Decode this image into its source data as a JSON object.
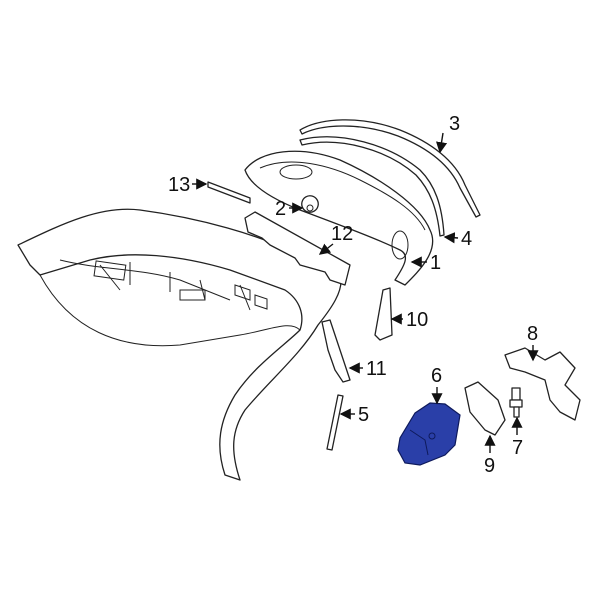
{
  "diagram": {
    "highlight_color": "#2a3fa8",
    "callouts": [
      {
        "number": "1"
      },
      {
        "number": "2"
      },
      {
        "number": "3"
      },
      {
        "number": "4"
      },
      {
        "number": "5"
      },
      {
        "number": "6"
      },
      {
        "number": "7"
      },
      {
        "number": "8"
      },
      {
        "number": "9"
      },
      {
        "number": "10"
      },
      {
        "number": "11"
      },
      {
        "number": "12"
      },
      {
        "number": "13"
      }
    ],
    "highlighted_part": "6"
  }
}
